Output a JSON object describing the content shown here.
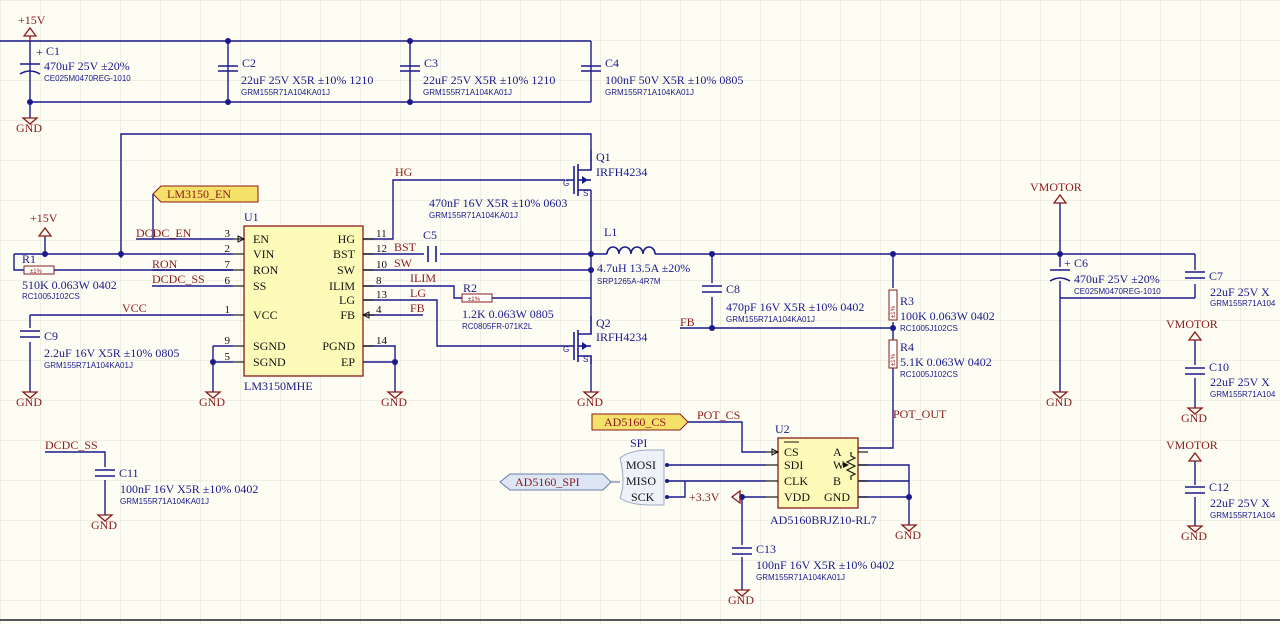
{
  "power": {
    "p15v": "+15V",
    "gnd": "GND",
    "vmotor": "VMOTOR",
    "p3v3": "+3.3V"
  },
  "ports": {
    "lm_en": "LM3150_EN",
    "ad_cs": "AD5160_CS",
    "ad_spi": "AD5160_SPI"
  },
  "nets": {
    "dcdc_en": "DCDC_EN",
    "ron": "RON",
    "dcdc_ss": "DCDC_SS",
    "vcc": "VCC",
    "hg": "HG",
    "bst": "BST",
    "sw": "SW",
    "ilim": "ILIM",
    "lg": "LG",
    "fb": "FB",
    "fb2": "FB",
    "pot_cs": "POT_CS",
    "pot_out": "POT_OUT",
    "spi": "SPI",
    "mosi": "MOSI",
    "miso": "MISO",
    "sck": "SCK",
    "dcdc_ss2": "DCDC_SS"
  },
  "C1": {
    "ref": "C1",
    "plus": "+",
    "val": "470uF 25V ±20%",
    "pn": "CE025M0470REG-1010"
  },
  "C2": {
    "ref": "C2",
    "val": "22uF 25V X5R ±10% 1210",
    "pn": "GRM155R71A104KA01J"
  },
  "C3": {
    "ref": "C3",
    "val": "22uF 25V X5R ±10% 1210",
    "pn": "GRM155R71A104KA01J"
  },
  "C4": {
    "ref": "C4",
    "val": "100nF 50V X5R ±10% 0805",
    "pn": "GRM155R71A104KA01J"
  },
  "C5": {
    "ref": "C5",
    "val": "470nF 16V X5R ±10% 0603",
    "pn": "GRM155R71A104KA01J"
  },
  "C6": {
    "ref": "C6",
    "plus": "+",
    "val": "470uF 25V ±20%",
    "pn": "CE025M0470REG-1010"
  },
  "C7": {
    "ref": "C7",
    "val": "22uF 25V X",
    "pn": "GRM155R71A104"
  },
  "C8": {
    "ref": "C8",
    "val": "470pF 16V X5R ±10% 0402",
    "pn": "GRM155R71A104KA01J"
  },
  "C9": {
    "ref": "C9",
    "val": "2.2uF 16V X5R ±10% 0805",
    "pn": "GRM155R71A104KA01J"
  },
  "C10": {
    "ref": "C10",
    "val": "22uF 25V X",
    "pn": "GRM155R71A104"
  },
  "C11": {
    "ref": "C11",
    "val": "100nF 16V X5R ±10% 0402",
    "pn": "GRM155R71A104KA01J"
  },
  "C12": {
    "ref": "C12",
    "val": "22uF 25V X",
    "pn": "GRM155R71A104"
  },
  "C13": {
    "ref": "C13",
    "val": "100nF 16V X5R ±10% 0402",
    "pn": "GRM155R71A104KA01J"
  },
  "R1": {
    "ref": "R1",
    "val": "510K 0.063W 0402",
    "pn": "RC1005J102CS",
    "tol": "±1%"
  },
  "R2": {
    "ref": "R2",
    "val": "1.2K 0.063W 0805",
    "pn": "RC0805FR-071K2L",
    "tol": "±1%"
  },
  "R3": {
    "ref": "R3",
    "val": "100K 0.063W 0402",
    "pn": "RC1005J102CS",
    "tol": "±1%"
  },
  "R4": {
    "ref": "R4",
    "val": "5.1K 0.063W 0402",
    "pn": "RC1005J102CS",
    "tol": "±1%"
  },
  "L1": {
    "ref": "L1",
    "val": "4.7uH 13.5A ±20%",
    "pn": "SRP1265A-4R7M"
  },
  "Q1": {
    "ref": "Q1",
    "val": "IRFH4234",
    "g": "G",
    "s": "S"
  },
  "Q2": {
    "ref": "Q2",
    "val": "IRFH4234",
    "g": "G",
    "s": "S"
  },
  "U1": {
    "ref": "U1",
    "part": "LM3150MHE",
    "left": [
      {
        "num": "3",
        "name": "EN"
      },
      {
        "num": "2",
        "name": "VIN"
      },
      {
        "num": "7",
        "name": "RON"
      },
      {
        "num": "6",
        "name": "SS"
      },
      {
        "num": "1",
        "name": "VCC"
      },
      {
        "num": "9",
        "name": "SGND"
      },
      {
        "num": "5",
        "name": "SGND"
      }
    ],
    "right": [
      {
        "num": "11",
        "name": "HG"
      },
      {
        "num": "12",
        "name": "BST"
      },
      {
        "num": "10",
        "name": "SW"
      },
      {
        "num": "8",
        "name": "ILIM"
      },
      {
        "num": "13",
        "name": "LG"
      },
      {
        "num": "4",
        "name": "FB"
      },
      {
        "num": "14",
        "name": "PGND"
      },
      {
        "num": "",
        "name": "EP"
      }
    ]
  },
  "U2": {
    "ref": "U2",
    "part": "AD5160BRJZ10-RL7",
    "left": [
      {
        "name": "CS"
      },
      {
        "name": "SDI"
      },
      {
        "name": "CLK"
      },
      {
        "name": "VDD"
      }
    ],
    "right": [
      {
        "name": "A"
      },
      {
        "name": "W"
      },
      {
        "name": "B"
      },
      {
        "name": "GND"
      }
    ]
  }
}
